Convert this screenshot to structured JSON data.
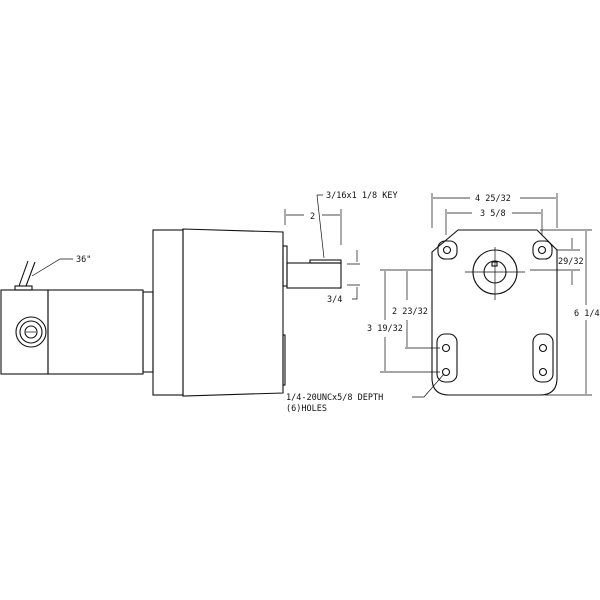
{
  "side_view": {
    "lead_length": "36\"",
    "key_label": "3/16x1 1/8 KEY",
    "shaft_length": "2",
    "shaft_diameter": "3/4"
  },
  "end_view": {
    "overall_width": "4 25/32",
    "hole_spacing_width": "3 5/8",
    "top_hole_offset": "29/32",
    "overall_height": "6 1/4",
    "upper_slot_hole_distance": "2 23/32",
    "lower_slot_hole_distance": "3 19/32",
    "hole_callout_line1": "1/4-20UNCx5/8 DEPTH",
    "hole_callout_line2": "(6)HOLES"
  }
}
